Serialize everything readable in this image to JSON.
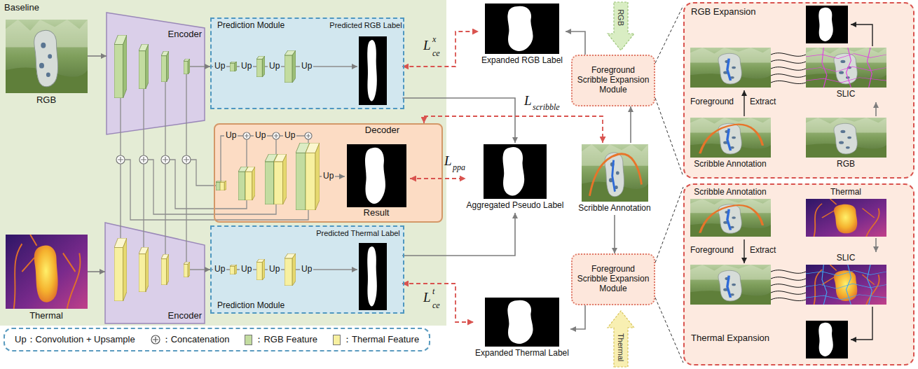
{
  "diagram": {
    "nodes": [
      {
        "text": [
          "Baseline"
        ]
      },
      {
        "text": [
          "Encoder"
        ],
        "in": 0
      },
      {
        "text": [
          "RGB"
        ],
        "in": 0
      },
      {
        "text": [
          "Thermal"
        ],
        "in": 0
      },
      {
        "text": [
          "Encoder"
        ],
        "in": 0
      },
      {
        "text": [
          "Decoder"
        ],
        "in": 0
      },
      {
        "text": [
          "Result"
        ],
        "in": 5
      },
      {
        "text": [
          "Prediction Module"
        ],
        "in": 0
      },
      {
        "text": [
          "Predicted RGB Label"
        ],
        "in": 7
      },
      {
        "text": [
          "Prediction Module"
        ],
        "in": 0
      },
      {
        "text": [
          "Predicted Thermal Label"
        ],
        "in": 9
      },
      {
        "text": [
          "Expanded RGB Label"
        ]
      },
      {
        "text": [
          "Aggregated Pseudo Label"
        ]
      },
      {
        "text": [
          "Expanded Thermal Label"
        ]
      },
      {
        "text": [
          "Foreground Scribble Expansion Module"
        ]
      },
      {
        "text": [
          "Scribble Annotation"
        ]
      },
      {
        "text": [
          "Foreground Scribble Expansion Module"
        ]
      },
      {
        "text": [
          "RGB Expansion"
        ]
      },
      {
        "text": [
          "Scribble Annotation"
        ],
        "in": 17
      },
      {
        "text": [
          "RGB"
        ],
        "in": 17
      },
      {
        "text": [
          "SLIC"
        ],
        "in": 17
      },
      {
        "text": [
          "Thermal Expansion"
        ]
      },
      {
        "text": [
          "Scribble Annotation"
        ],
        "in": 21
      },
      {
        "text": [
          "Thermal"
        ],
        "in": 21
      },
      {
        "text": [
          "SLIC"
        ],
        "in": 21
      }
    ],
    "edges": [
      {
        "from": 2,
        "to": 1,
        "arrow": "to"
      },
      {
        "from": 3,
        "to": 4,
        "arrow": "to"
      },
      {
        "from": 1,
        "to": 7,
        "arrow": "to"
      },
      {
        "from": 4,
        "to": 9,
        "arrow": "to"
      },
      {
        "from": 8,
        "to": 12,
        "arrow": "to"
      },
      {
        "from": 10,
        "to": 12,
        "arrow": "to"
      },
      {
        "from": 8,
        "to": 11,
        "arrow": "both"
      },
      {
        "from": 10,
        "to": 13,
        "arrow": "both"
      },
      {
        "from": 6,
        "to": 12,
        "arrow": "both"
      },
      {
        "from": 5,
        "to": 15,
        "arrow": "both"
      },
      {
        "from": 15,
        "to": 14,
        "arrow": "to"
      },
      {
        "from": 15,
        "to": 16,
        "arrow": "to"
      },
      {
        "from": 14,
        "to": 11,
        "arrow": "to"
      },
      {
        "from": 16,
        "to": 13,
        "arrow": "to"
      },
      {
        "from": 14,
        "to": 17,
        "arrow": "none"
      },
      {
        "from": 16,
        "to": 21,
        "arrow": "none"
      },
      {
        "from": 19,
        "to": 20,
        "arrow": "to"
      },
      {
        "from": 23,
        "to": 24,
        "arrow": "to"
      }
    ],
    "labels": [
      "Up",
      "Up",
      "Up",
      "Up",
      "Up",
      "Up",
      "Up",
      "Up",
      "Up",
      "Up",
      "Up",
      "Up",
      "L",
      "ce",
      "x",
      "L",
      "scribble",
      "L",
      "ppa",
      "L",
      "ce",
      "t",
      "RGB",
      "Thermal",
      "Foreground",
      "Extract",
      "Foreground",
      "Extract"
    ],
    "legend": [
      {
        "text": "Up：Convolution + Upsample"
      },
      {
        "text": "：Concatenation"
      },
      {
        "text": "：RGB Feature",
        "color": "#c3dca0"
      },
      {
        "text": "：Thermal Feature",
        "color": "#f7f0a0"
      }
    ]
  }
}
